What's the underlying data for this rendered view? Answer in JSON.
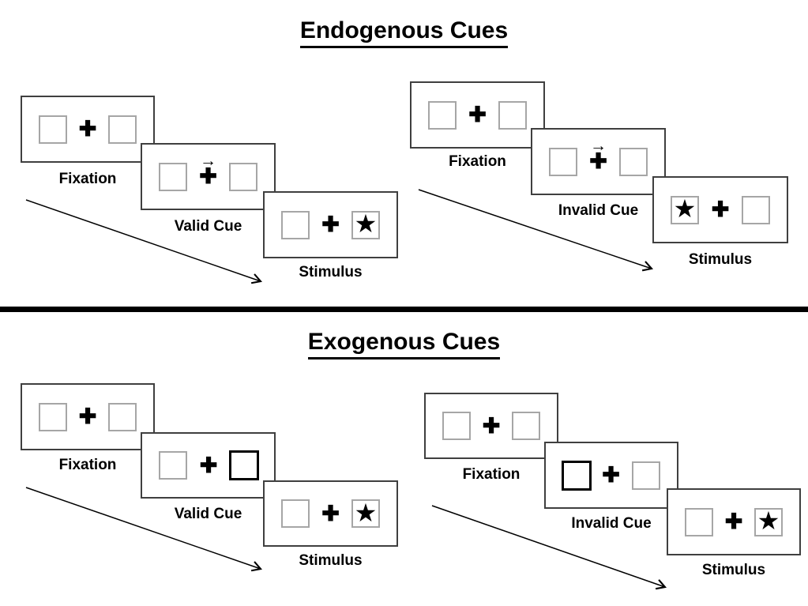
{
  "endogenous": {
    "title": "Endogenous Cues",
    "valid": {
      "steps": [
        "Fixation",
        "Valid Cue",
        "Stimulus"
      ]
    },
    "invalid": {
      "steps": [
        "Fixation",
        "Invalid Cue",
        "Stimulus"
      ]
    }
  },
  "exogenous": {
    "title": "Exogenous Cues",
    "valid": {
      "steps": [
        "Fixation",
        "Valid Cue",
        "Stimulus"
      ]
    },
    "invalid": {
      "steps": [
        "Fixation",
        "Invalid Cue",
        "Stimulus"
      ]
    }
  },
  "glyphs": {
    "fixation_cross": "✚",
    "star": "★",
    "cue_arrow": "→"
  },
  "colors": {
    "background": "#ffffff",
    "ink": "#000000",
    "panel_border": "#3f3f3f",
    "box_border": "#a6a6a6"
  }
}
